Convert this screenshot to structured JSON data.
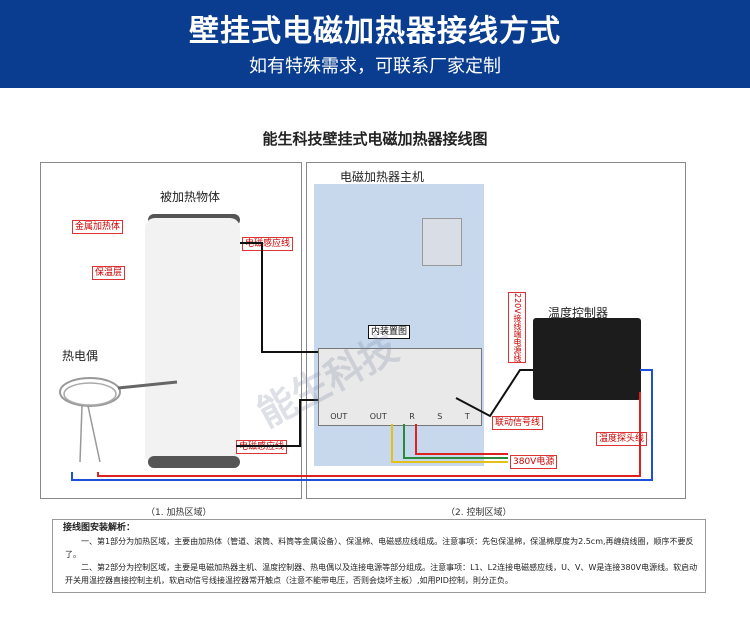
{
  "header": {
    "title": "壁挂式电磁加热器接线方式",
    "subtitle": "如有特殊需求，可联系厂家定制"
  },
  "diagram": {
    "title": "能生科技壁挂式电磁加热器接线图",
    "heated_object": "被加热物体",
    "thermocouple": "热电偶",
    "host_label": "电磁加热器主机",
    "temp_controller": "温度控制器",
    "tags": {
      "metal_heater": "金属加热体",
      "insulation": "保温层",
      "coil_top": "电磁感应线",
      "coil_bottom": "电磁感应线",
      "internal": "内装置图",
      "signal_line": "联动信号线",
      "power": "380V电源",
      "probe_line": "温度探头线",
      "v220": "220V接线端电源线"
    },
    "terminal_labels": [
      "OUT",
      "OUT",
      "R",
      "S",
      "T"
    ],
    "area1": "（1. 加热区域）",
    "area2": "（2. 控制区域）",
    "watermark": "能生科技"
  },
  "notes": {
    "title": "接线图安装解析：",
    "p1": "一、第1部分为加热区域，主要由加热体（管道、滚筒、料筒等金属设备）、保温棉、电磁感应线组成。注意事项：先包保温棉，保温棉厚度为2.5cm,再缠绕线圈，顺序不要反了。",
    "p2": "二、第2部分为控制区域，主要是电磁加热器主机、温度控制器、热电偶以及连接电源等部分组成。注意事项：L1、L2连接电磁感应线，U、V、W是连接380V电源线。软启动开关用温控器直接控制主机，软启动信号线接温控器常开触点（注意不能带电压，否则会烧坏主板）,如用PID控制，則分正负。"
  },
  "colors": {
    "header_bg": "#0a3d8f",
    "tag_red": "#d33",
    "wire_blue": "#1e4fd8",
    "wire_black": "#111",
    "wire_yellow": "#e2c21a",
    "wire_red": "#d22",
    "wire_green": "#2a8a3a"
  }
}
